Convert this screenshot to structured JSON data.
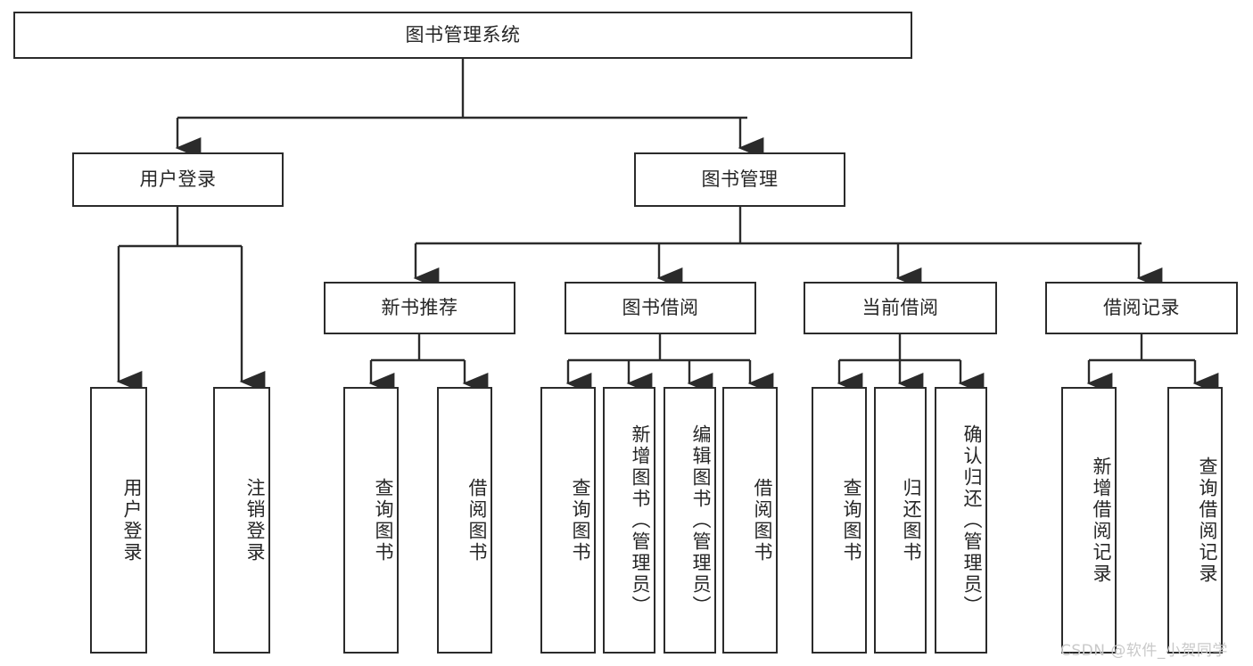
{
  "diagram": {
    "title": "图书管理系统",
    "type": "tree-hierarchy-diagram",
    "colors": {
      "box_border": "#2b2b2b",
      "box_fill": "#ffffff",
      "edge": "#2b2b2b",
      "background": "#ffffff",
      "watermark": "#c9c9c9"
    },
    "watermark": "CSDN @软件_小贺同学",
    "nodes": {
      "root": {
        "label": "图书管理系统"
      },
      "level2": [
        {
          "id": "user-login",
          "label": "用户登录"
        },
        {
          "id": "book-management",
          "label": "图书管理"
        }
      ],
      "level3": [
        {
          "id": "new-book-recommend",
          "label": "新书推荐"
        },
        {
          "id": "book-borrow",
          "label": "图书借阅"
        },
        {
          "id": "current-borrow",
          "label": "当前借阅"
        },
        {
          "id": "borrow-record",
          "label": "借阅记录"
        }
      ],
      "leaves": {
        "user-login": [
          {
            "id": "leaf-user-login",
            "label": "用户登录"
          },
          {
            "id": "leaf-logout-login",
            "label": "注销登录"
          }
        ],
        "new-book-recommend": [
          {
            "id": "leaf-query-book-1",
            "label": "查询图书"
          },
          {
            "id": "leaf-borrow-book-1",
            "label": "借阅图书"
          }
        ],
        "book-borrow": [
          {
            "id": "leaf-query-book-2",
            "label": "查询图书"
          },
          {
            "id": "leaf-add-book-admin",
            "label": "新增图书（管理员）"
          },
          {
            "id": "leaf-edit-book-admin",
            "label": "编辑图书（管理员）"
          },
          {
            "id": "leaf-borrow-book-2",
            "label": "借阅图书"
          }
        ],
        "current-borrow": [
          {
            "id": "leaf-query-book-3",
            "label": "查询图书"
          },
          {
            "id": "leaf-return-book",
            "label": "归还图书"
          },
          {
            "id": "leaf-confirm-return-admin",
            "label": "确认归还（管理员）"
          }
        ],
        "borrow-record": [
          {
            "id": "leaf-add-borrow-record",
            "label": "新增借阅记录"
          },
          {
            "id": "leaf-query-borrow-record",
            "label": "查询借阅记录"
          }
        ]
      }
    }
  }
}
